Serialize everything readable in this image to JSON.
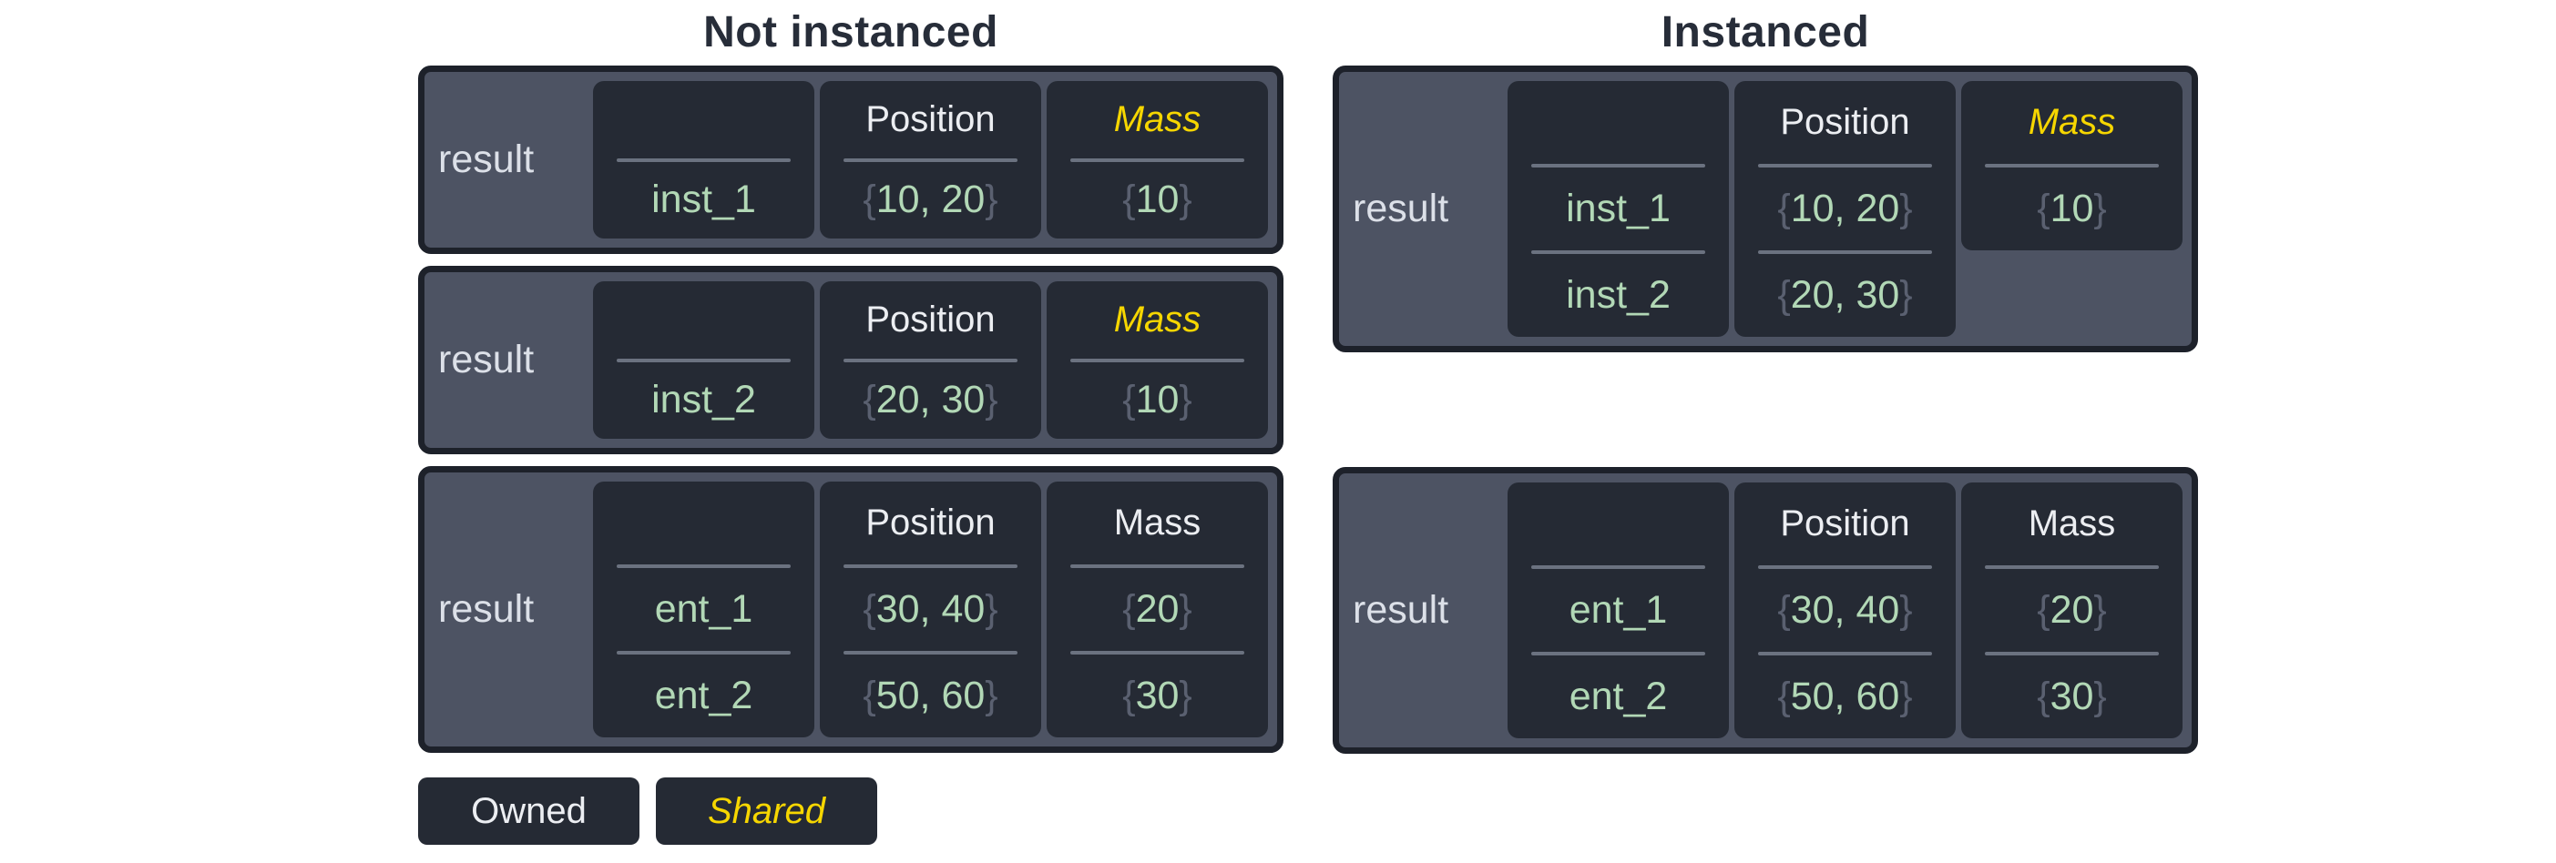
{
  "symbols": {
    "brace_open": "{",
    "brace_close": "}"
  },
  "colors": {
    "page_bg": "#ffffff",
    "title_text": "#272d39",
    "box_border": "#1d212a",
    "panel_bg": "#4d5363",
    "cell_bg": "#252a34",
    "separator": "#6b7280",
    "header_text": "#eceef2",
    "label_text": "#dce0e8",
    "value_text": "#b2d8b6",
    "brace_text": "#5a6070",
    "shared_text": "#f6d600"
  },
  "columns": [
    {
      "title": "Not instanced",
      "boxes": [
        {
          "label": "result",
          "cells": [
            {
              "header": "",
              "shared": false,
              "rows": [
                {
                  "text": "inst_1",
                  "braced": false
                }
              ]
            },
            {
              "header": "Position",
              "shared": false,
              "rows": [
                {
                  "text": "10, 20",
                  "braced": true
                }
              ]
            },
            {
              "header": "Mass",
              "shared": true,
              "rows": [
                {
                  "text": "10",
                  "braced": true
                }
              ]
            }
          ]
        },
        {
          "label": "result",
          "cells": [
            {
              "header": "",
              "shared": false,
              "rows": [
                {
                  "text": "inst_2",
                  "braced": false
                }
              ]
            },
            {
              "header": "Position",
              "shared": false,
              "rows": [
                {
                  "text": "20, 30",
                  "braced": true
                }
              ]
            },
            {
              "header": "Mass",
              "shared": true,
              "rows": [
                {
                  "text": "10",
                  "braced": true
                }
              ]
            }
          ]
        },
        {
          "label": "result",
          "cells": [
            {
              "header": "",
              "shared": false,
              "rows": [
                {
                  "text": "ent_1",
                  "braced": false
                },
                {
                  "text": "ent_2",
                  "braced": false
                }
              ]
            },
            {
              "header": "Position",
              "shared": false,
              "rows": [
                {
                  "text": "30, 40",
                  "braced": true
                },
                {
                  "text": "50, 60",
                  "braced": true
                }
              ]
            },
            {
              "header": "Mass",
              "shared": false,
              "rows": [
                {
                  "text": "20",
                  "braced": true
                },
                {
                  "text": "30",
                  "braced": true
                }
              ]
            }
          ]
        }
      ],
      "legend": [
        {
          "label": "Owned",
          "shared": false
        },
        {
          "label": "Shared",
          "shared": true
        }
      ]
    },
    {
      "title": "Instanced",
      "boxes": [
        {
          "label": "result",
          "cells": [
            {
              "header": "",
              "shared": false,
              "rows": [
                {
                  "text": "inst_1",
                  "braced": false
                },
                {
                  "text": "inst_2",
                  "braced": false
                }
              ]
            },
            {
              "header": "Position",
              "shared": false,
              "rows": [
                {
                  "text": "10, 20",
                  "braced": true
                },
                {
                  "text": "20, 30",
                  "braced": true
                }
              ]
            },
            {
              "header": "Mass",
              "shared": true,
              "short": true,
              "rows": [
                {
                  "text": "10",
                  "braced": true
                }
              ]
            }
          ]
        },
        {
          "label": "result",
          "cells": [
            {
              "header": "",
              "shared": false,
              "rows": [
                {
                  "text": "ent_1",
                  "braced": false
                },
                {
                  "text": "ent_2",
                  "braced": false
                }
              ]
            },
            {
              "header": "Position",
              "shared": false,
              "rows": [
                {
                  "text": "30, 40",
                  "braced": true
                },
                {
                  "text": "50, 60",
                  "braced": true
                }
              ]
            },
            {
              "header": "Mass",
              "shared": false,
              "rows": [
                {
                  "text": "20",
                  "braced": true
                },
                {
                  "text": "30",
                  "braced": true
                }
              ]
            }
          ]
        }
      ]
    }
  ]
}
